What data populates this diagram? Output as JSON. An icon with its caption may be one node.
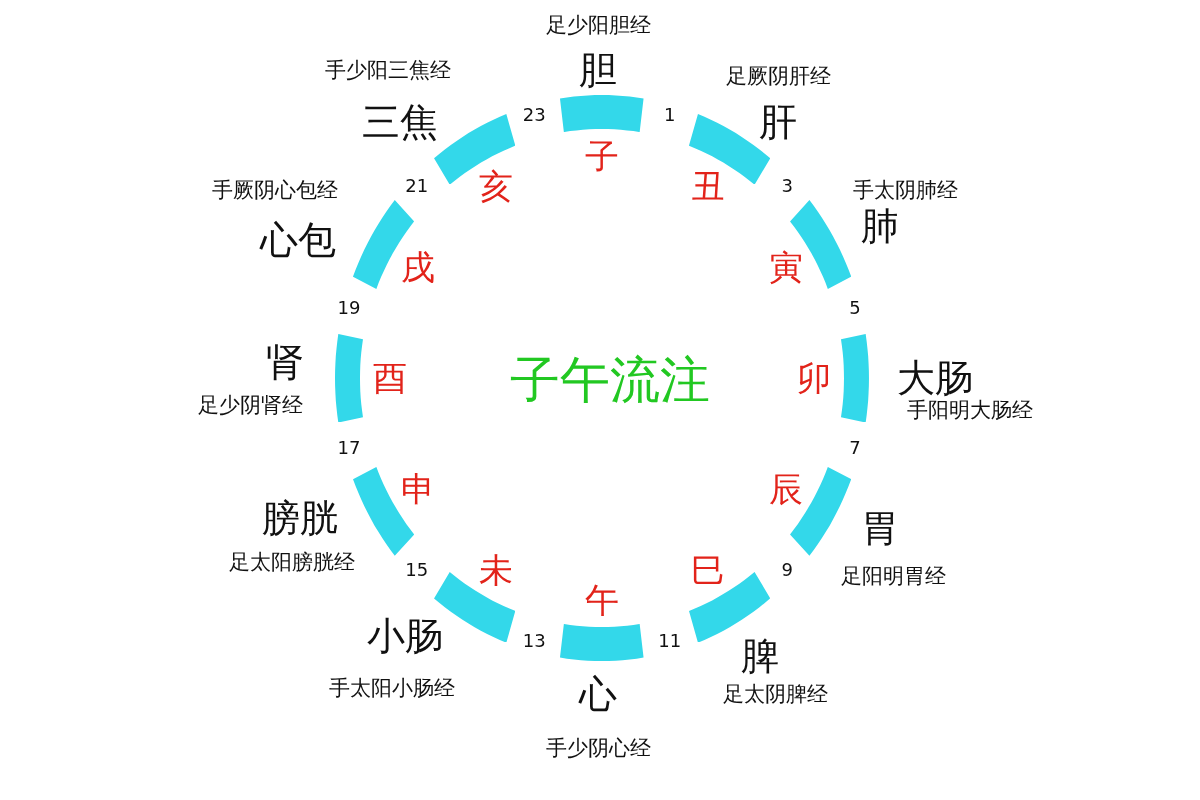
{
  "diagram": {
    "title": "子午流注",
    "nodes": [
      {
        "text": [
          "足少阳胆经",
          "胆"
        ],
        "beside": [
          "子"
        ]
      },
      {
        "text": [
          "足厥阴肝经",
          "肝"
        ],
        "beside": [
          "丑"
        ]
      },
      {
        "text": [
          "手太阴肺经",
          "肺"
        ],
        "beside": [
          "寅"
        ]
      },
      {
        "text": [
          "大肠",
          "手阳明大肠经"
        ],
        "beside": [
          "卯"
        ]
      },
      {
        "text": [
          "胃",
          "足阳明胃经"
        ],
        "beside": [
          "辰"
        ]
      },
      {
        "text": [
          "脾",
          "足太阴脾经"
        ],
        "beside": [
          "巳"
        ]
      },
      {
        "text": [
          "心",
          "手少阴心经"
        ],
        "beside": [
          "午"
        ]
      },
      {
        "text": [
          "小肠",
          "手太阳小肠经"
        ],
        "beside": [
          "未"
        ]
      },
      {
        "text": [
          "膀胱",
          "足太阳膀胱经"
        ],
        "beside": [
          "申"
        ]
      },
      {
        "text": [
          "肾",
          "足少阴肾经"
        ],
        "beside": [
          "酉"
        ]
      },
      {
        "text": [
          "手厥阴心包经",
          "心包"
        ],
        "beside": [
          "戌"
        ]
      },
      {
        "text": [
          "手少阳三焦经",
          "三焦"
        ],
        "beside": [
          "亥"
        ]
      }
    ],
    "labels": [
      "1",
      "3",
      "5",
      "7",
      "9",
      "11",
      "13",
      "15",
      "17",
      "19",
      "21",
      "23"
    ]
  }
}
